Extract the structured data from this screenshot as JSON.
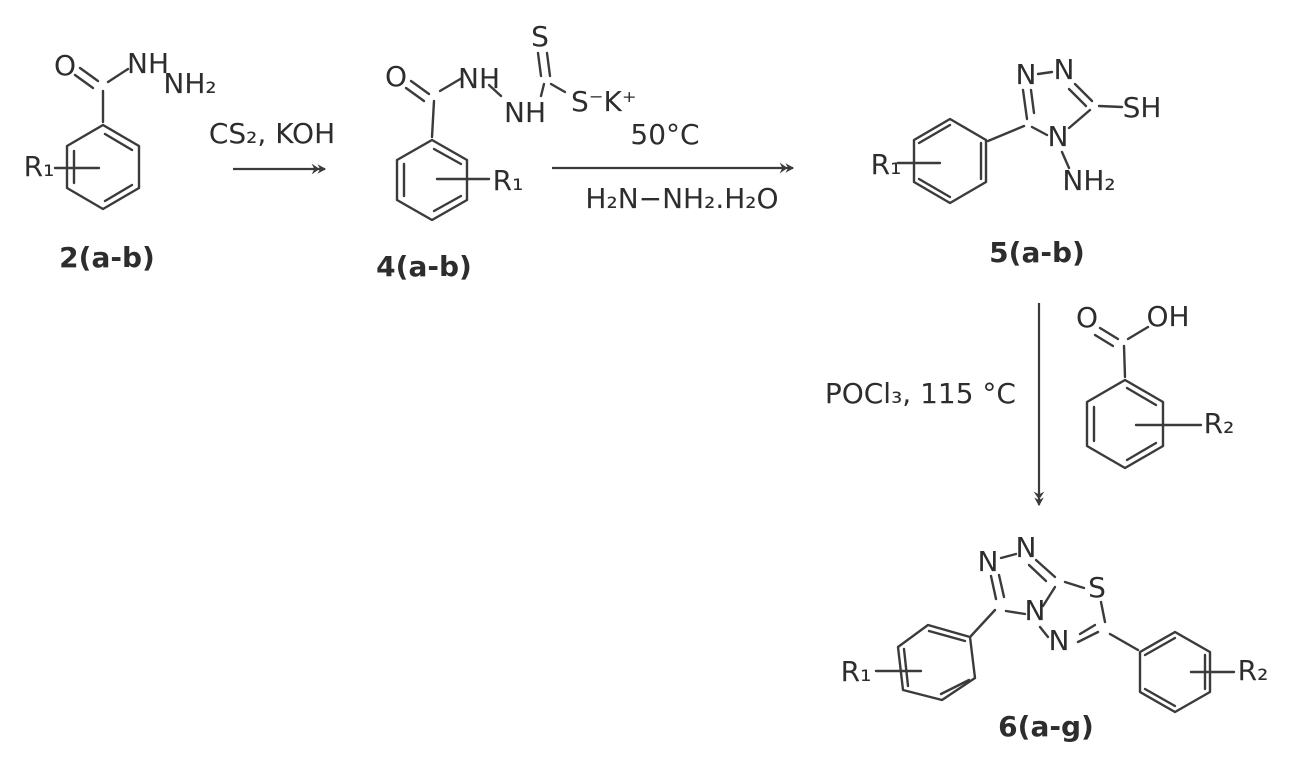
{
  "figure": {
    "type": "chemical reaction scheme",
    "background_color": "#ffffff",
    "line_color": "#3b3b3b",
    "text_color": "#2d2d2d"
  },
  "compounds": {
    "hydrazide": {
      "label": "2(a-b)",
      "substituent": "R₁",
      "atoms": {
        "o": "O",
        "nh": "NH",
        "nh2": "NH₂"
      }
    },
    "dithiocarbazate": {
      "label": "4(a-b)",
      "substituent": "R₁",
      "atoms": {
        "o": "O",
        "nh_upper": "NH",
        "nh_lower": "NH",
        "s_thione": "S",
        "s_k": "S⁻K⁺"
      }
    },
    "aminotriazolethiol": {
      "label": "5(a-b)",
      "substituent": "R₁",
      "atoms": {
        "n1": "N",
        "n2": "N",
        "n4": "N",
        "sh": "SH",
        "nh2": "NH₂"
      }
    },
    "benzoic_acid": {
      "substituent": "R₂",
      "atoms": {
        "o": "O",
        "oh": "OH"
      }
    },
    "triazolothiadiazole": {
      "label": "6(a-g)",
      "substituent_left": "R₁",
      "substituent_right": "R₂",
      "atoms": {
        "n1": "N",
        "n2": "N",
        "n4": "N",
        "n5": "N",
        "s": "S"
      }
    }
  },
  "reactions": {
    "step1": {
      "above": "CS₂, KOH"
    },
    "step2": {
      "above": "50°C",
      "below": "H₂N−NH₂.H₂O"
    },
    "step3": {
      "left": "POCl₃, 115 °C"
    }
  }
}
